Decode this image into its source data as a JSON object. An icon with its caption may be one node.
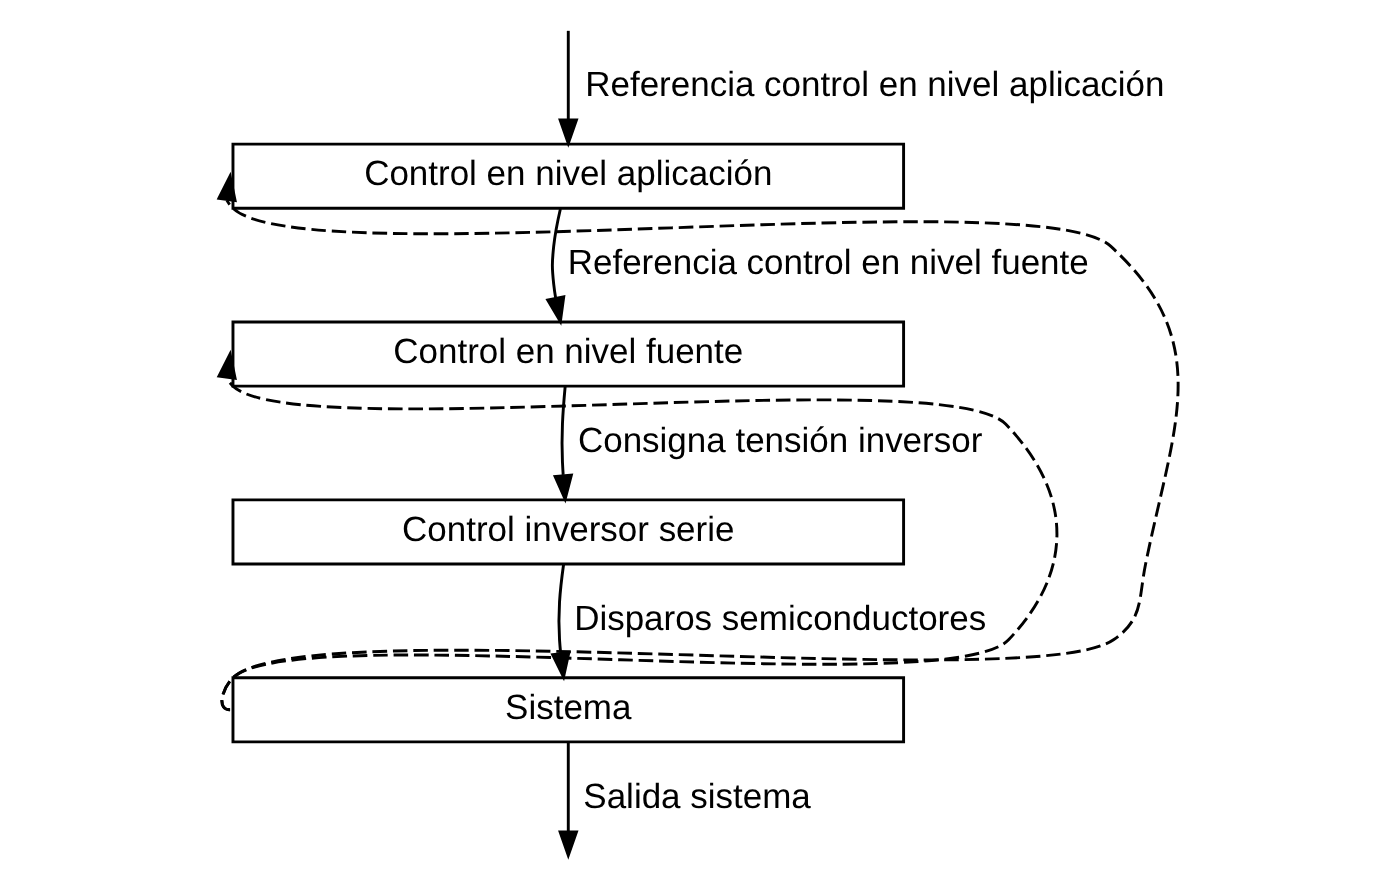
{
  "diagram": {
    "nodes": [
      {
        "text": [
          "Control en nivel aplicación"
        ]
      },
      {
        "text": [
          "Control en nivel fuente"
        ]
      },
      {
        "text": [
          "Control inversor serie"
        ]
      },
      {
        "text": [
          "Sistema"
        ]
      }
    ],
    "edges": [
      {
        "from": null,
        "to": 0,
        "arrow": "to",
        "label": "Referencia control en nivel aplicación"
      },
      {
        "from": 0,
        "to": 1,
        "arrow": "to",
        "label": "Referencia control en nivel fuente"
      },
      {
        "from": 1,
        "to": 2,
        "arrow": "to",
        "label": "Consigna tensión inversor"
      },
      {
        "from": 2,
        "to": 3,
        "arrow": "to",
        "label": "Disparos semiconductores"
      },
      {
        "from": 3,
        "to": null,
        "arrow": "to",
        "label": "Salida sistema"
      },
      {
        "from": 3,
        "to": 1,
        "arrow": "to",
        "style": "dashed"
      },
      {
        "from": 3,
        "to": 0,
        "arrow": "to",
        "style": "dashed"
      }
    ]
  }
}
